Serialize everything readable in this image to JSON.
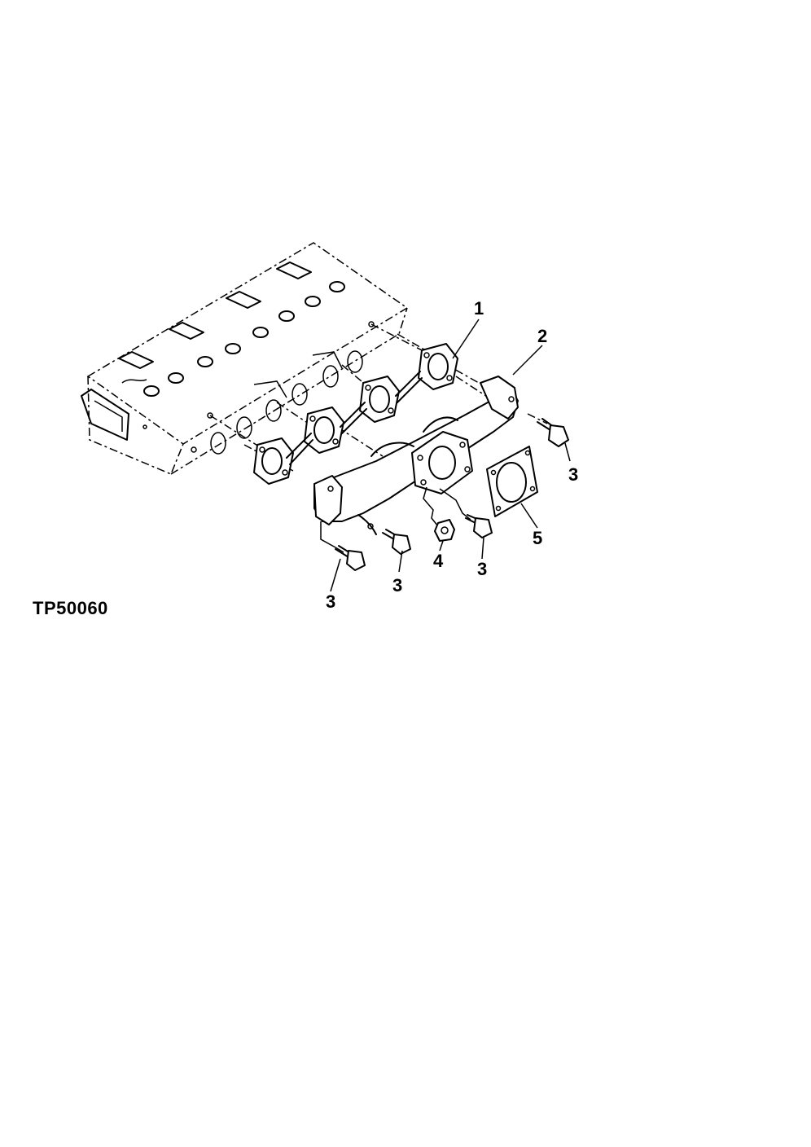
{
  "figure_id": "TP50060",
  "callouts": {
    "c1": "1",
    "c2": "2",
    "c3a": "3",
    "c3b": "3",
    "c3c": "3",
    "c3d": "3",
    "c4": "4",
    "c5": "5"
  }
}
